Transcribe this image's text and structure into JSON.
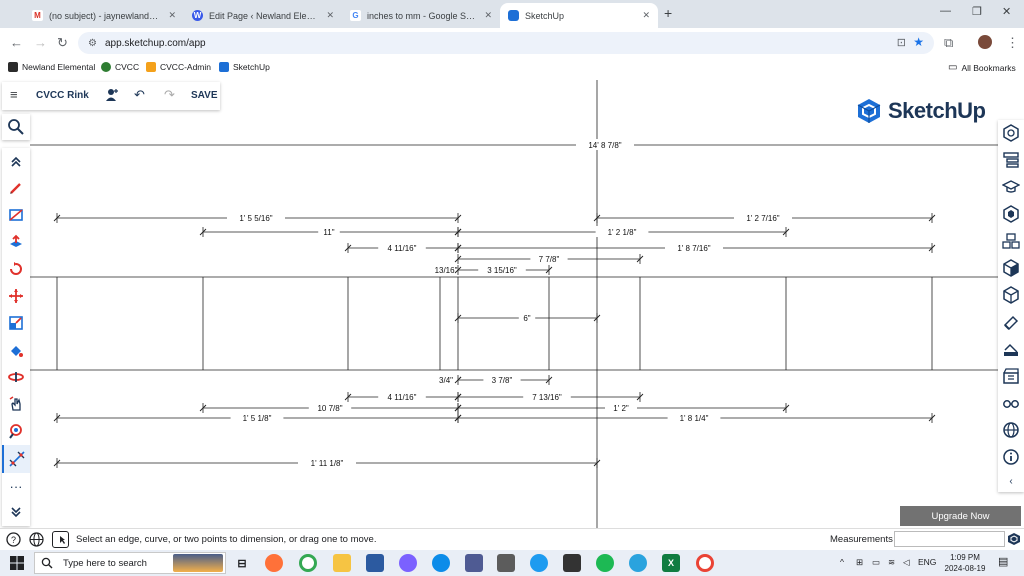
{
  "browser": {
    "tabs": [
      {
        "label": "(no subject) - jaynewland@gm",
        "icon": "gmail-icon"
      },
      {
        "label": "Edit Page ‹ Newland Elemental",
        "icon": "wordpress-icon"
      },
      {
        "label": "inches to mm - Google Search",
        "icon": "google-icon"
      },
      {
        "label": "SketchUp",
        "icon": "sketchup-icon"
      }
    ],
    "url": "app.sketchup.com/app",
    "bookmarks": [
      "Newland Elemental",
      "CVCC",
      "CVCC-Admin",
      "SketchUp"
    ],
    "all_bookmarks": "All Bookmarks"
  },
  "sketchup": {
    "project_title": "CVCC Rink",
    "save_label": "SAVE",
    "logo_text": "SketchUp",
    "upgrade_label": "Upgrade Now",
    "status_text": "Select an edge, curve, or two points to dimension, or drag one to move.",
    "measurements_label": "Measurements",
    "measurements_value": "",
    "dimensions": [
      "14' 8 7/8\"",
      "1' 5 5/16\"",
      "1' 2 7/16\"",
      "11\"",
      "1' 2 1/8\"",
      "4 11/16\"",
      "1' 8 7/16\"",
      "7 7/8\"",
      "13/16\"",
      "3 15/16\"",
      "6\"",
      "3/4\"",
      "3 7/8\"",
      "4 11/16\"",
      "7 13/16\"",
      "10 7/8\"",
      "1' 2\"",
      "1' 5 1/8\"",
      "1' 8 1/4\"",
      "1' 11 1/8\""
    ]
  },
  "taskbar": {
    "search_placeholder": "Type here to search",
    "lang": "ENG",
    "time": "1:09 PM",
    "date": "2024-08-19"
  },
  "colors": {
    "accent": "#1d6fd6",
    "sketchup_navy": "#1d3657",
    "tool_red": "#e0312b"
  }
}
